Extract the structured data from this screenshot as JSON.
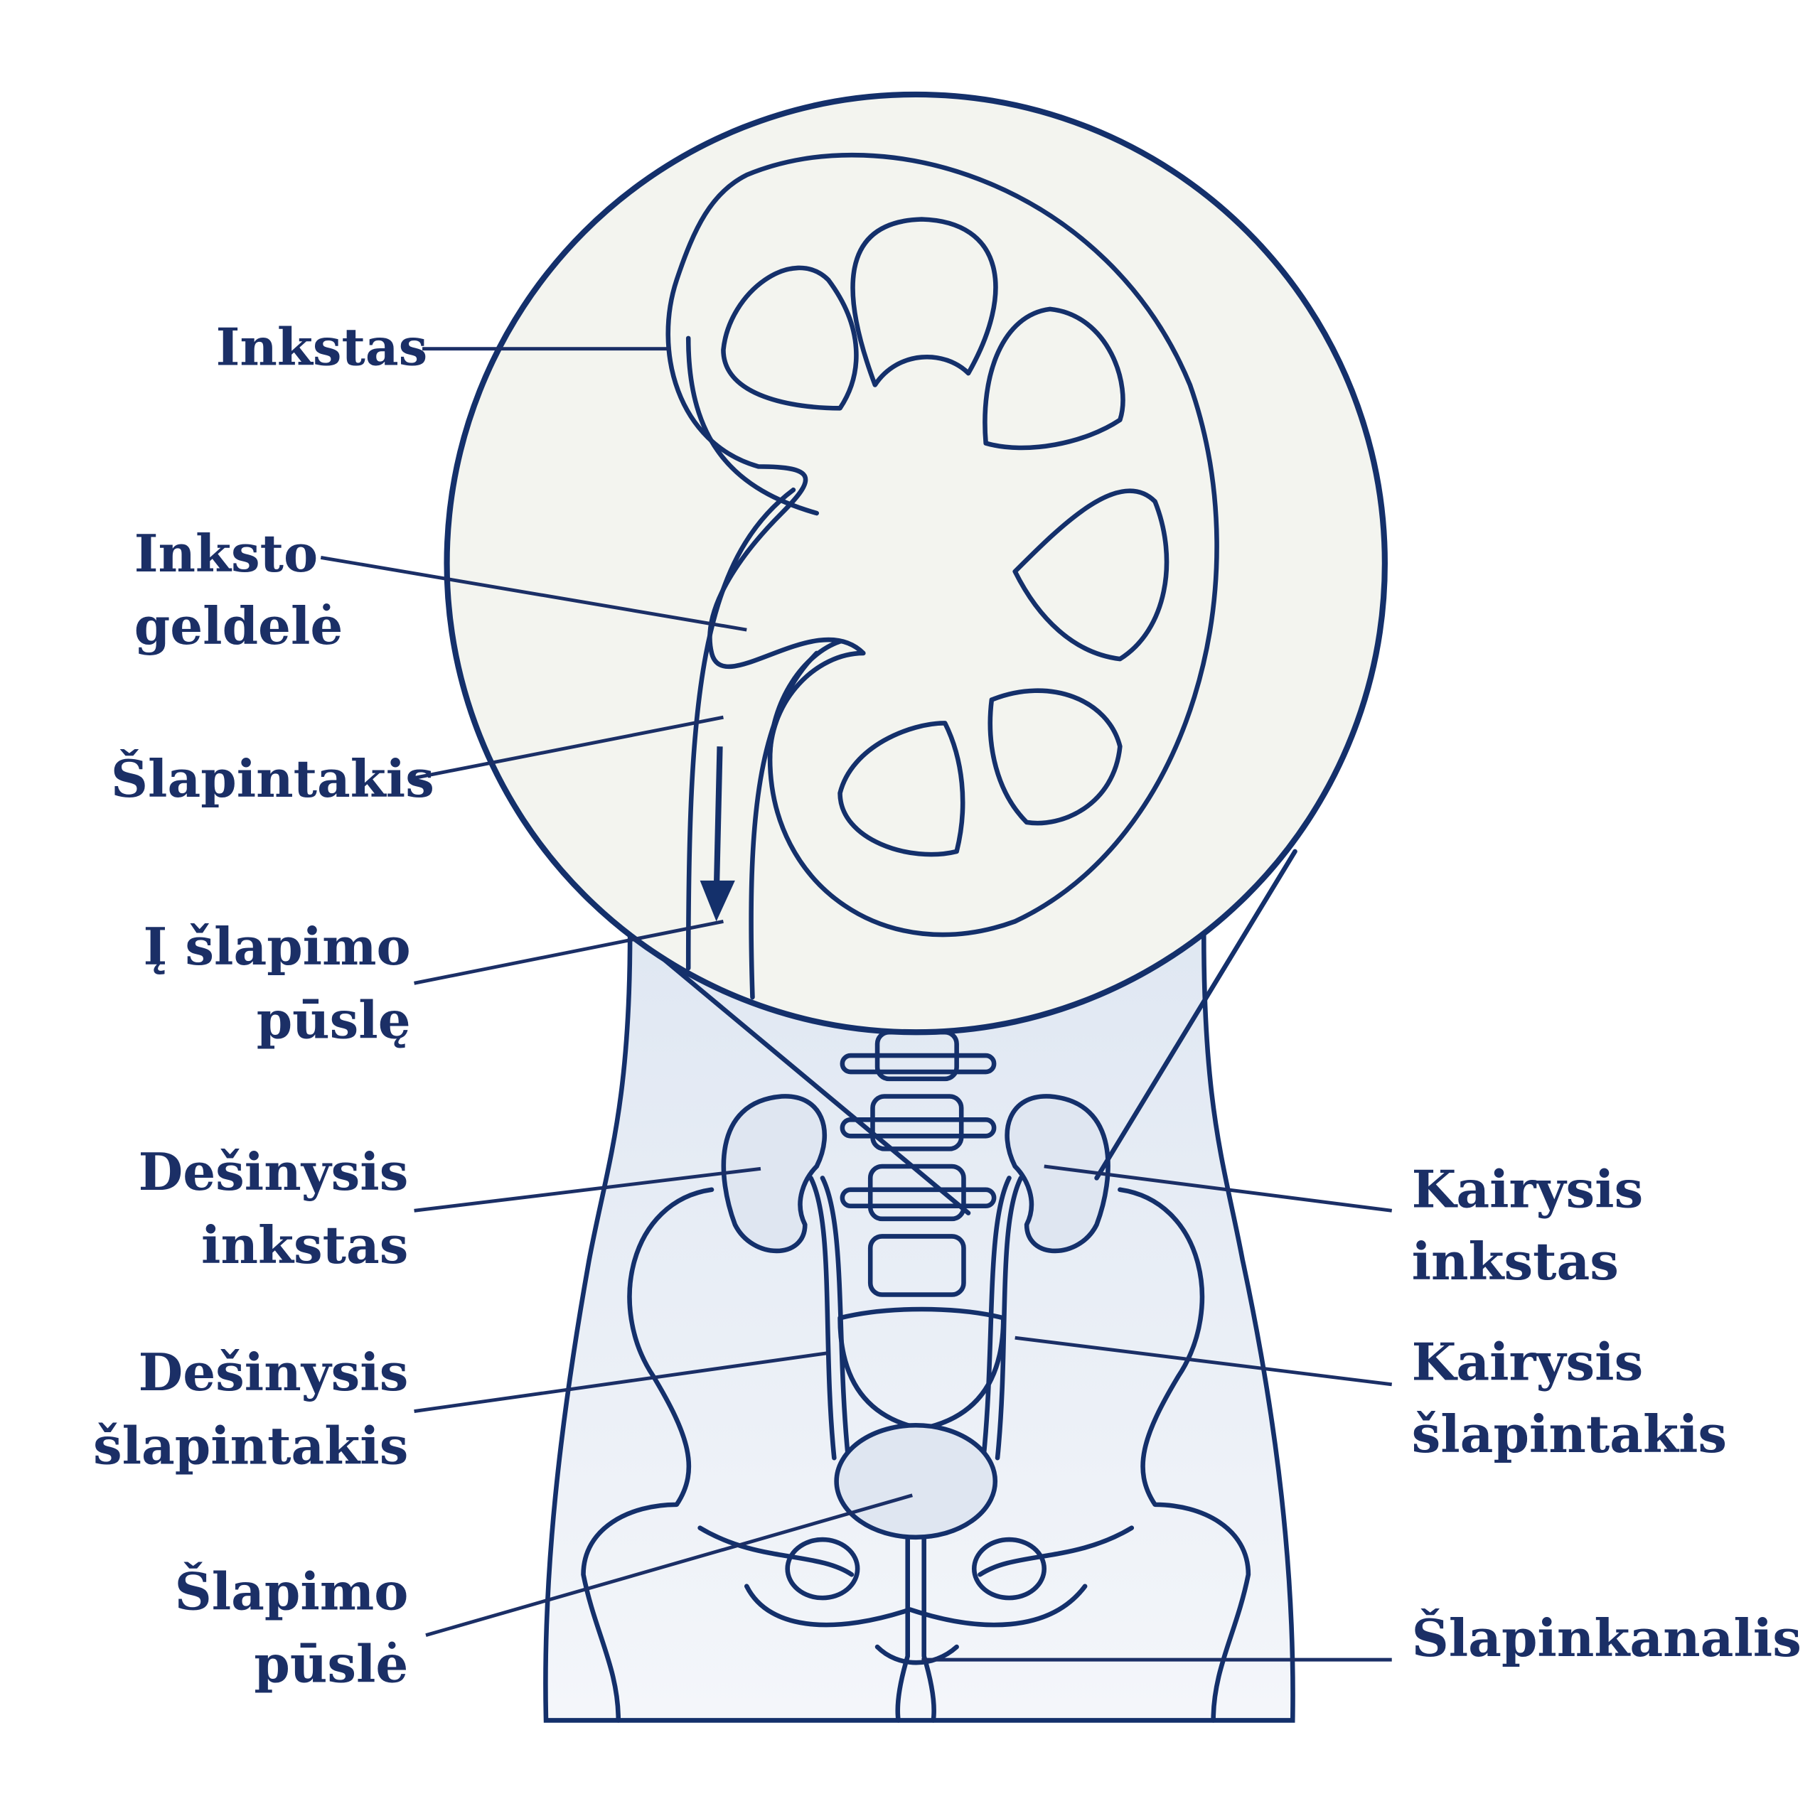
{
  "colors": {
    "ink": "#1b2f66",
    "outline": "#14306b",
    "tissue": "#dfe6f1",
    "magnifier_bg": "#f3f4ef"
  },
  "labels": {
    "kidney": "Inkstas",
    "renal_pelvis": [
      "Inksto",
      "geldelė"
    ],
    "ureter": "Šlapintakis",
    "to_bladder": [
      "Į šlapimo",
      "pūslę"
    ],
    "right_kidney": [
      "Dešinysis",
      "inkstas"
    ],
    "right_ureter": [
      "Dešinysis",
      "šlapintakis"
    ],
    "bladder": [
      "Šlapimo",
      "pūslė"
    ],
    "left_kidney": [
      "Kairysis",
      "inkstas"
    ],
    "left_ureter": [
      "Kairysis",
      "šlapintakis"
    ],
    "urethra": "Šlapinkanalis"
  }
}
